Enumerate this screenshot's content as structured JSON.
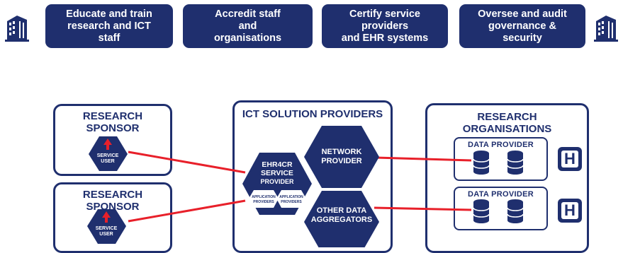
{
  "banners": [
    {
      "label": "Educate and train\nresearch and ICT\nstaff"
    },
    {
      "label": "Accredit staff\nand\norganisations"
    },
    {
      "label": "Certify service\nproviders\nand EHR systems"
    },
    {
      "label": "Oversee and audit\ngovernance &\nsecurity"
    }
  ],
  "sponsors": [
    {
      "title": "RESEARCH\nSPONSOR",
      "service_user": [
        "SERVICE",
        "USER"
      ]
    },
    {
      "title": "RESEARCH\nSPONSOR",
      "service_user": [
        "SERVICE",
        "USER"
      ]
    }
  ],
  "ict": {
    "title": "ICT SOLUTION PROVIDERS",
    "ehr4cr": [
      "EHR4CR",
      "SERVICE",
      "PROVIDER"
    ],
    "app_providers": [
      "APPLICATION",
      "PROVIDERS"
    ],
    "network_provider": [
      "NETWORK",
      "PROVIDER"
    ],
    "other_aggregators": [
      "OTHER DATA",
      "AGGREGATORS"
    ]
  },
  "research_orgs": {
    "title": "RESEARCH\nORGANISATIONS",
    "data_providers": [
      {
        "title": "DATA PROVIDER"
      },
      {
        "title": "DATA PROVIDER"
      }
    ],
    "hospital_badge": "H"
  },
  "colors": {
    "navy": "#1f2f6e",
    "link": "#e8202a",
    "white": "#ffffff"
  }
}
